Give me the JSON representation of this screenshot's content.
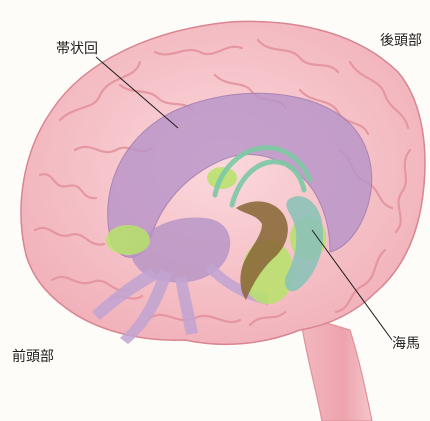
{
  "labels": {
    "cingulate": "帯状回",
    "posterior": "後頭部",
    "frontal": "前頭部",
    "hippocampus": "海馬"
  },
  "colors": {
    "background": "#fdfcf8",
    "brain": "#f6c2c8",
    "brain_fold": "#e7959f",
    "limbic_purple": "#b995c9",
    "fornix_green": "#7fc9a6",
    "amygdala_lime": "#b7e36a",
    "thalamus_brown": "#8d6a3c",
    "brainstem": "#f1b3bb"
  }
}
